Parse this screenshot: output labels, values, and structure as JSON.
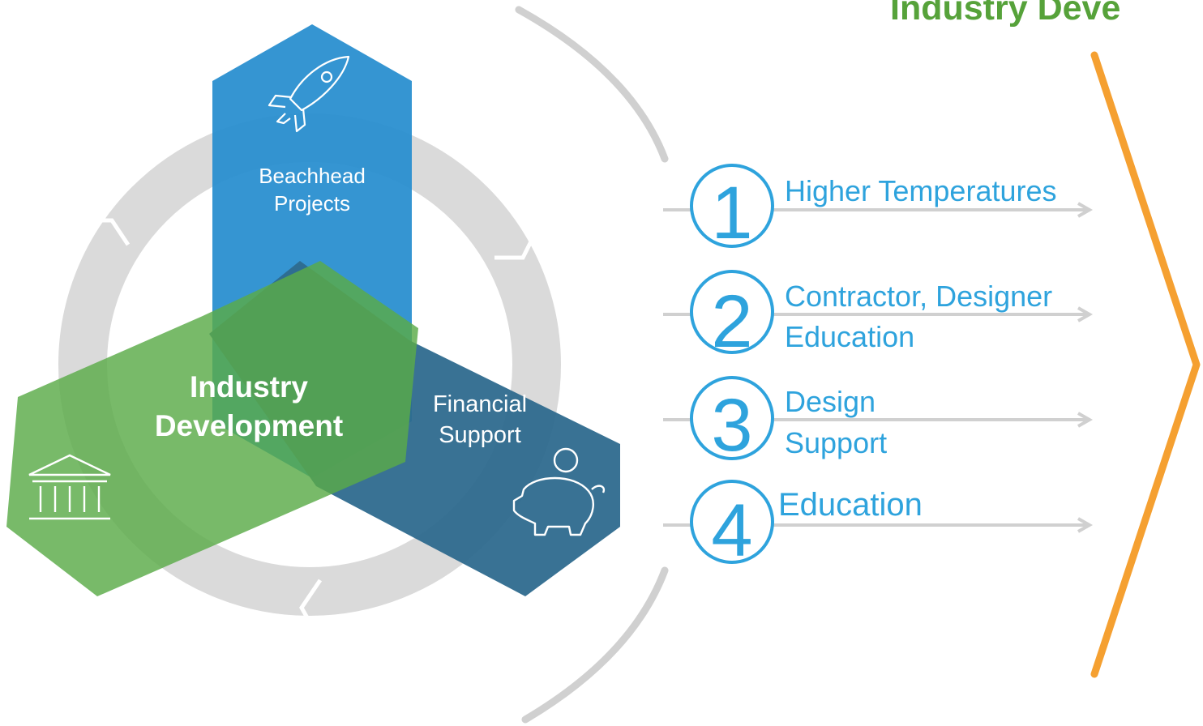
{
  "header": {
    "title": "Industry Deve"
  },
  "hexagons": {
    "beachhead": {
      "line1": "Beachhead",
      "line2": "Projects",
      "icon": "rocket-icon"
    },
    "industry": {
      "line1": "Industry",
      "line2": "Development",
      "icon": "bank-building-icon"
    },
    "financial": {
      "line1": "Financial",
      "line2": "Support",
      "icon": "piggy-bank-icon"
    }
  },
  "steps": [
    {
      "number": "1",
      "line1": "Higher Temperatures",
      "line2": ""
    },
    {
      "number": "2",
      "line1": "Contractor, Designer",
      "line2": "Education"
    },
    {
      "number": "3",
      "line1": "Design",
      "line2": "Support"
    },
    {
      "number": "4",
      "line1": "Education",
      "line2": ""
    }
  ],
  "colors": {
    "title_green": "#56a23a",
    "blue": "#2a8fd0",
    "navy": "#2e6a8e",
    "green": "#5aab48",
    "step_blue": "#2ea3dd",
    "gray": "#d9d9d9",
    "orange": "#f5a031"
  }
}
